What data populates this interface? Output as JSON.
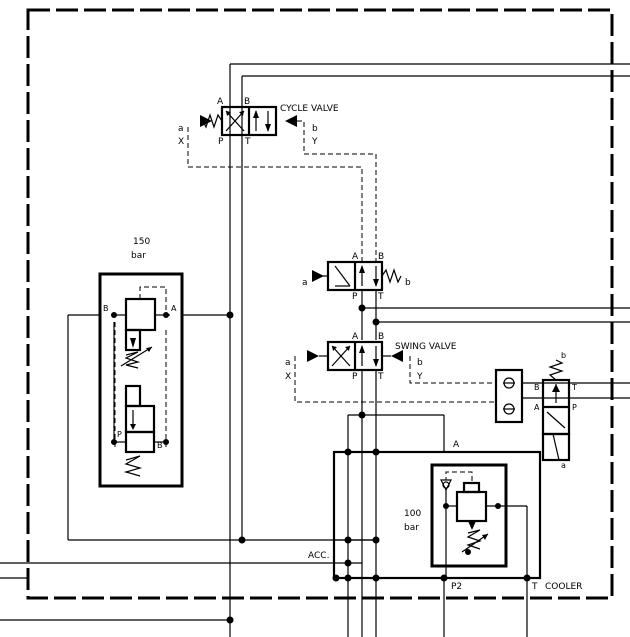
{
  "labels": {
    "cycle_valve": "CYCLE VALVE",
    "swing_valve": "SWING VALVE",
    "relief_150_value": "150",
    "relief_150_unit": "bar",
    "relief_100_value": "100",
    "relief_100_unit": "bar",
    "acc": "ACC.",
    "cooler": "COOLER",
    "p2": "P2",
    "port_a": "A",
    "port_b": "B",
    "port_p": "P",
    "port_t": "T",
    "pilot_a": "a",
    "pilot_b": "b",
    "pilot_x": "X",
    "pilot_y": "Y"
  }
}
